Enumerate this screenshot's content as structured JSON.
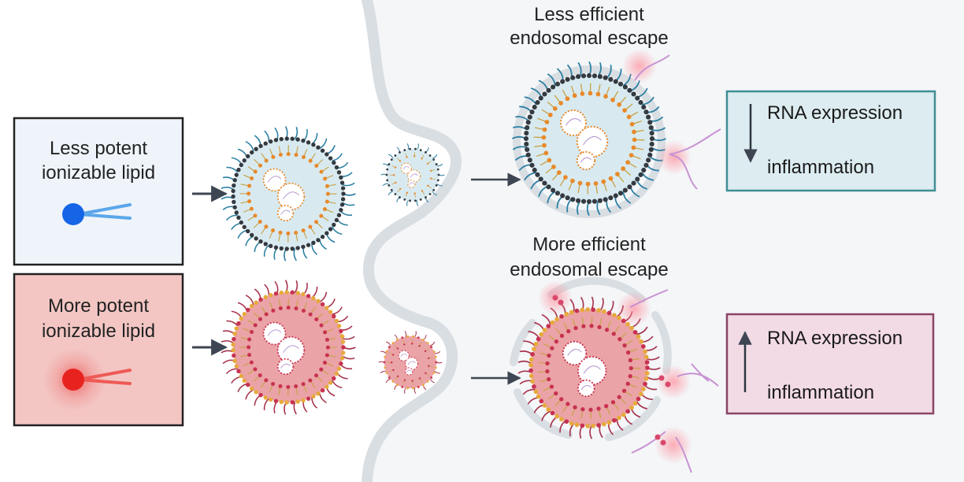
{
  "lipid_boxes": [
    {
      "line1": "Less potent",
      "line2": "ionizable lipid",
      "lipid_color": "#1565e6",
      "tail_color": "#5aa6ea",
      "box_fill": "#eef4fa"
    },
    {
      "line1": "More potent",
      "line2": "ionizable lipid",
      "lipid_color": "#e8231f",
      "tail_color": "#ee5a55",
      "box_fill": "#f3c6c4"
    }
  ],
  "escape_labels": [
    {
      "line1": "Less efficient",
      "line2": "endosomal escape"
    },
    {
      "line1": "More efficient",
      "line2": "endosomal escape"
    }
  ],
  "outcome_boxes": [
    {
      "line1": "RNA expression",
      "line2": "inflammation",
      "arrow": "down",
      "border_color": "#3f8f94",
      "fill": "#dcecf0"
    },
    {
      "line1": "RNA expression",
      "line2": "inflammation",
      "arrow": "up",
      "border_color": "#8a4467",
      "fill": "#f3dbe6"
    }
  ],
  "colors": {
    "membrane": "#d9dee3",
    "cell_interior": "#f4f6f8",
    "arrow": "#3d4652",
    "lnp_less_core": "#d8eaf0",
    "lnp_more_core": "#eaa3a6",
    "shell_less": "#343a40",
    "shell_more": "#e7a93b",
    "peg_less": "#2b7fa3",
    "peg_more": "#a6334c"
  }
}
